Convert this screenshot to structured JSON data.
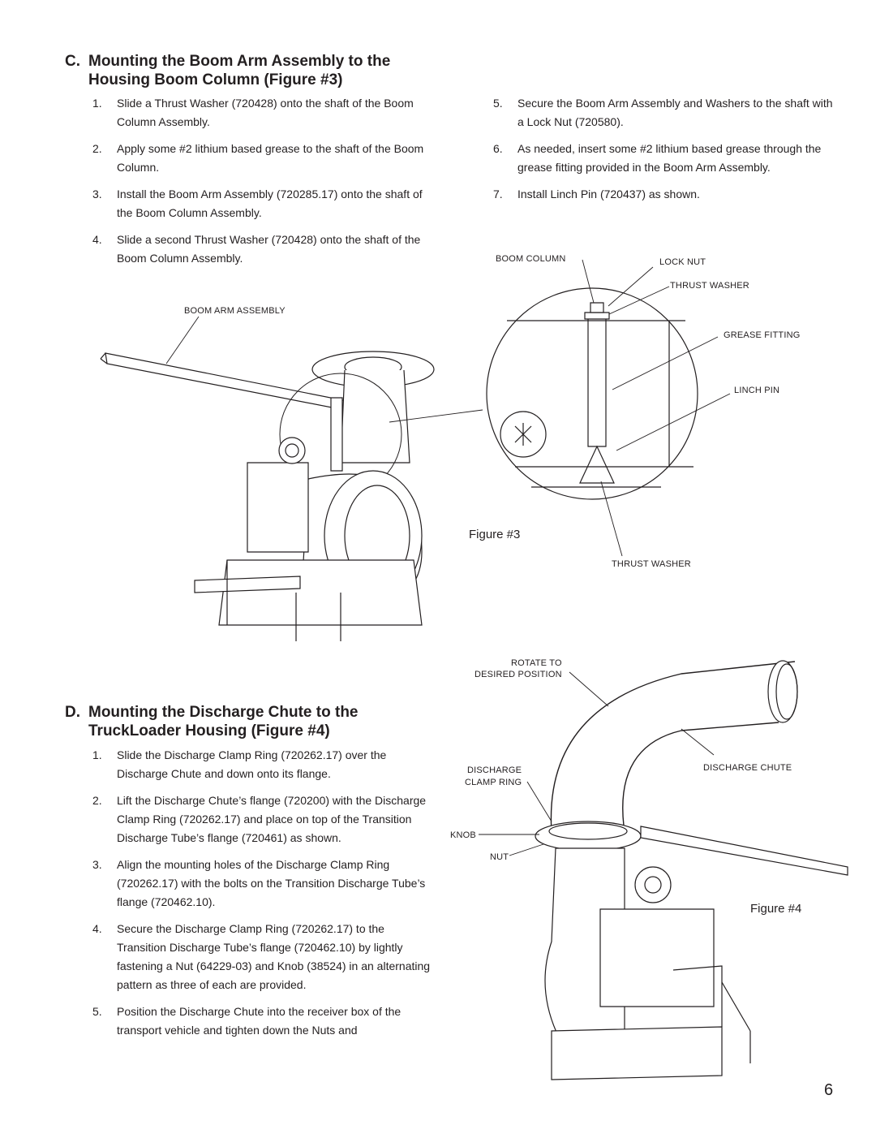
{
  "section_c": {
    "letter": "C.",
    "title": "Mounting the Boom Arm Assembly to the Housing Boom Column (Figure #3)",
    "steps_left": [
      {
        "num": "1.",
        "text": "Slide a Thrust Washer (720428) onto the shaft of the Boom Column Assembly."
      },
      {
        "num": "2.",
        "text": "Apply some #2 lithium based grease to the shaft of the Boom Column."
      },
      {
        "num": "3.",
        "text": "Install the Boom Arm Assembly (720285.17) onto the shaft of the Boom Column Assembly."
      },
      {
        "num": "4.",
        "text": "Slide a second Thrust Washer (720428) onto the shaft of the Boom Column Assembly."
      }
    ],
    "steps_right": [
      {
        "num": "5.",
        "text": "Secure the Boom Arm Assembly and Washers to the shaft with a Lock Nut (720580)."
      },
      {
        "num": "6.",
        "text": "As needed, insert some #2 lithium based grease through the grease fitting provided in the Boom Arm Assembly."
      },
      {
        "num": "7.",
        "text": "Install Linch Pin (720437) as shown."
      }
    ]
  },
  "figure3": {
    "caption": "Figure #3",
    "labels": {
      "boom_arm_assembly": "BOOM ARM ASSEMBLY",
      "boom_column": "BOOM COLUMN",
      "lock_nut": "LOCK NUT",
      "thrust_washer_top": "THRUST WASHER",
      "grease_fitting": "GREASE FITTING",
      "linch_pin": "LINCH PIN",
      "thrust_washer_bottom": "THRUST WASHER"
    }
  },
  "section_d": {
    "letter": "D.",
    "title": "Mounting the Discharge Chute to the TruckLoader Housing (Figure #4)",
    "steps": [
      {
        "num": "1.",
        "text": "Slide the Discharge Clamp Ring (720262.17) over the Discharge Chute and down onto its flange."
      },
      {
        "num": "2.",
        "text": "Lift the Discharge Chute’s flange (720200) with the Discharge Clamp Ring (720262.17) and place on top of the Transition Discharge Tube’s flange (720461) as shown."
      },
      {
        "num": "3.",
        "text": "Align the mounting holes of the Discharge Clamp Ring (720262.17) with the bolts on the Transition Discharge Tube’s flange (720462.10)."
      },
      {
        "num": "4.",
        "text": "Secure the Discharge Clamp Ring (720262.17) to the Transition Discharge Tube’s flange (720462.10) by lightly fastening a Nut (64229-03) and Knob (38524) in an alternating pattern as three of each are provided."
      },
      {
        "num": "5.",
        "text": "Position the Discharge Chute into the receiver box of the transport vehicle and tighten down the Nuts and"
      }
    ]
  },
  "figure4": {
    "caption": "Figure #4",
    "labels": {
      "rotate_line1": "ROTATE TO",
      "rotate_line2": "DESIRED POSITION",
      "discharge_chute": "DISCHARGE CHUTE",
      "clamp_line1": "DISCHARGE",
      "clamp_line2": "CLAMP RING",
      "knob": "KNOB",
      "nut": "NUT"
    }
  },
  "page_number": "6"
}
